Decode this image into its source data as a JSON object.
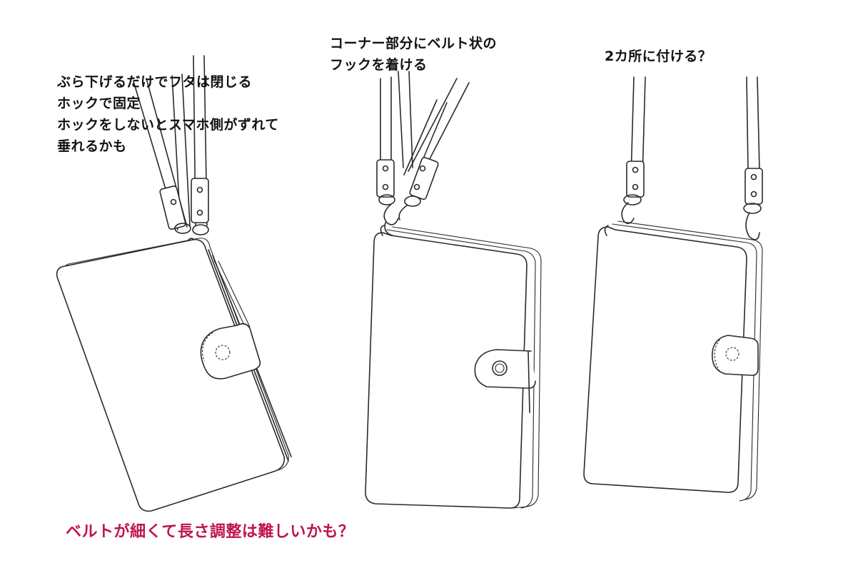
{
  "notes": {
    "left": [
      "ぶら下げるだけでフタは閉じる",
      "ホックで固定",
      "ホックをしないとスマホ側がずれて",
      "垂れるかも"
    ],
    "middle": [
      "コーナー部分にベルト状の",
      "フックを着ける"
    ],
    "right": [
      "2カ所に付ける？"
    ],
    "bottom": "ベルトが細くて長さ調整は難しいかも？"
  },
  "colors": {
    "line": "#2a2a2a",
    "text": "#111111",
    "accent_text": "#c0144c",
    "background": "#ffffff"
  }
}
